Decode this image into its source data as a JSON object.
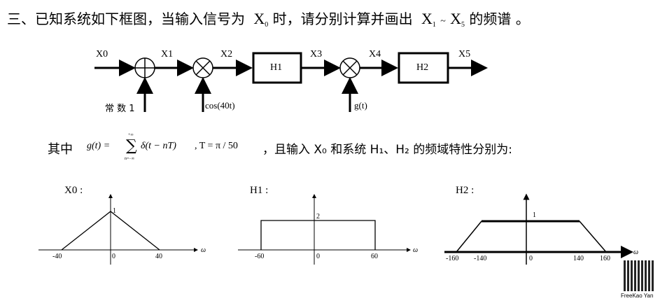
{
  "question": {
    "prefix": "三、已知系统如下框图，当输入信号为",
    "x0": "X",
    "x0_sub": "0",
    "mid": "时，请分别计算并画出",
    "x1": "X",
    "x1_sub": "1",
    "tilde": "~",
    "x5": "X",
    "x5_sub": "5",
    "suffix": "的频谱 。"
  },
  "block_diagram": {
    "signals": [
      "X0",
      "X1",
      "X2",
      "X3",
      "X4",
      "X5"
    ],
    "blocks": [
      "H1",
      "H2"
    ],
    "inputs": {
      "const": "常 数 1",
      "cos": "cos(40t)",
      "g": "g(t)"
    }
  },
  "condition": {
    "prefix": "其中",
    "g_def": "g(t) =",
    "sum_top": "+∞",
    "sum_bottom": "n=−∞",
    "delta": "δ(t − nT)",
    "T_def": ", T = π / 50",
    "suffix": "，且输入 X₀ 和系统 H₁、H₂ 的频域特性分别为:"
  },
  "chart_data": [
    {
      "type": "line",
      "title": "X0 :",
      "xlabel": "ω",
      "x": [
        -40,
        0,
        40
      ],
      "y": [
        0,
        1,
        0
      ],
      "xticks": [
        "-40",
        "0",
        "40"
      ],
      "peak_label": "1"
    },
    {
      "type": "line",
      "title": "H1 :",
      "xlabel": "ω",
      "x": [
        -60,
        -60,
        60,
        60
      ],
      "y": [
        0,
        2,
        2,
        0
      ],
      "xticks": [
        "-60",
        "0",
        "60"
      ],
      "peak_label": "2"
    },
    {
      "type": "line",
      "title": "H2 :",
      "xlabel": "ω",
      "x": [
        -160,
        -140,
        140,
        160
      ],
      "y": [
        0,
        1,
        1,
        0
      ],
      "xticks": [
        "-160",
        "-140",
        "0",
        "140",
        "160"
      ],
      "peak_label": "1"
    }
  ],
  "watermark": "FreeKao Yan"
}
